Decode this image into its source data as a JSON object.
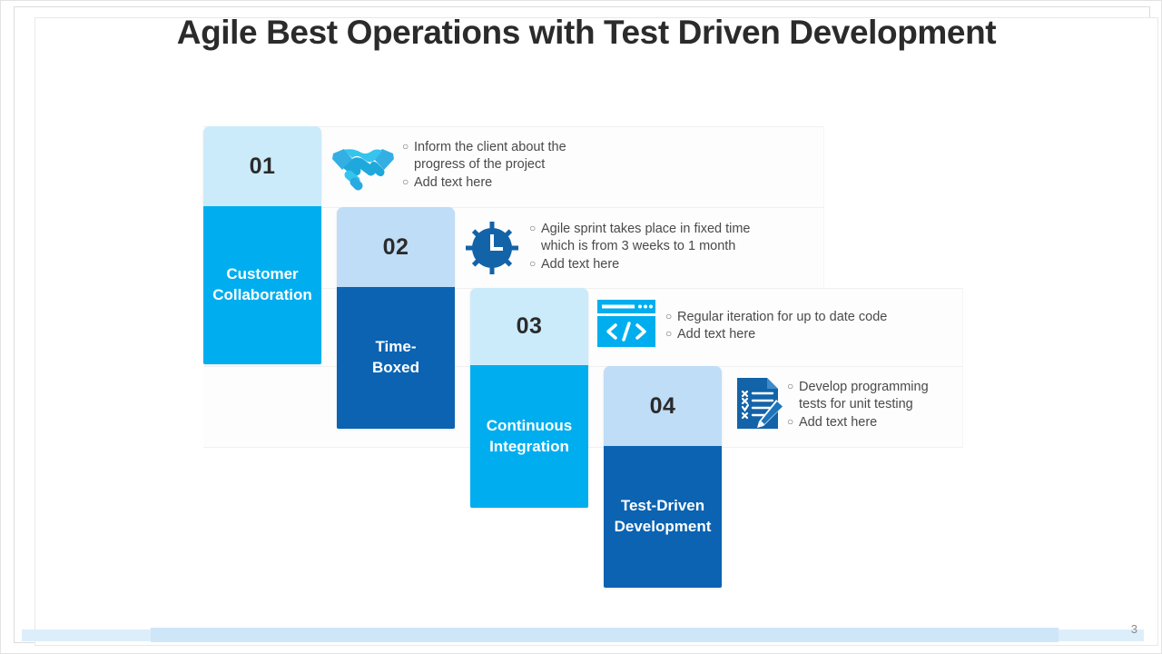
{
  "slide": {
    "title": "Agile Best Operations with Test Driven Development",
    "page_number": "3",
    "colors": {
      "number_light_1": "#CCEBFA",
      "number_light_2": "#BFDDF7",
      "label_cyan": "#00AEEF",
      "label_blue": "#0B63B2",
      "icon_cyan": "#29ABE2",
      "icon_blue": "#1363A8",
      "title_text": "#2B2B2B",
      "body_text": "#4A4A4A",
      "footer": "#CFE6F9"
    }
  },
  "steps": [
    {
      "number": "01",
      "label": "Customer\nCollaboration",
      "label_line1": "Customer",
      "label_line2": "Collaboration",
      "icon": "handshake-icon",
      "bullets": [
        {
          "line1": "Inform  the client about the",
          "line2": "progress of the project"
        },
        {
          "line1": "Add text here",
          "line2": ""
        }
      ]
    },
    {
      "number": "02",
      "label": "Time-\nBoxed",
      "label_line1": "Time-",
      "label_line2": "Boxed",
      "icon": "clock-icon",
      "bullets": [
        {
          "line1": "Agile sprint takes place in fixed time",
          "line2": "which is from 3 weeks to 1 month"
        },
        {
          "line1": "Add text here",
          "line2": ""
        }
      ]
    },
    {
      "number": "03",
      "label": "Continuous\nIntegration",
      "label_line1": "Continuous",
      "label_line2": "Integration",
      "icon": "code-window-icon",
      "bullets": [
        {
          "line1": "Regular iteration for up to date code",
          "line2": ""
        },
        {
          "line1": "Add text here",
          "line2": ""
        }
      ]
    },
    {
      "number": "04",
      "label": "Test-Driven\nDevelopment",
      "label_line1": "Test-Driven",
      "label_line2": "Development",
      "icon": "checklist-pencil-icon",
      "bullets": [
        {
          "line1": "Develop programming",
          "line2": "tests for unit testing"
        },
        {
          "line1": "Add text here",
          "line2": ""
        }
      ]
    }
  ]
}
